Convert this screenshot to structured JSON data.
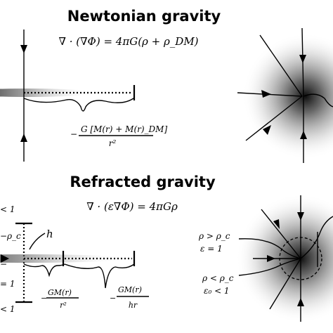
{
  "top": {
    "title": "Newtonian gravity",
    "equation": "∇ · (∇Φ) = 4πG(ρ + ρ_DM)",
    "force_numerator": "G [M(r) + M(r)_DM]",
    "force_denominator": "r²",
    "force_sign": "−"
  },
  "bottom": {
    "title": "Refracted gravity",
    "equation": "∇ · (ε∇Φ) = 4πGρ",
    "h_label": "h",
    "force1_numerator": "GM(r)",
    "force1_denominator": "r²",
    "force2_numerator": "GM(r)",
    "force2_denominator": "hr",
    "sign": "−",
    "left_labels": {
      "eps_top": "< 1",
      "rho_c": "ρ_c",
      "eq_one": "= 1",
      "eps_bottom": "< 1",
      "prefix_top": "−",
      "prefix_bottom": "−"
    },
    "region_high": {
      "density": "ρ > ρ_c",
      "permittivity": "ε = 1"
    },
    "region_low": {
      "density": "ρ < ρ_c",
      "permittivity": "ε₀ < 1"
    }
  }
}
